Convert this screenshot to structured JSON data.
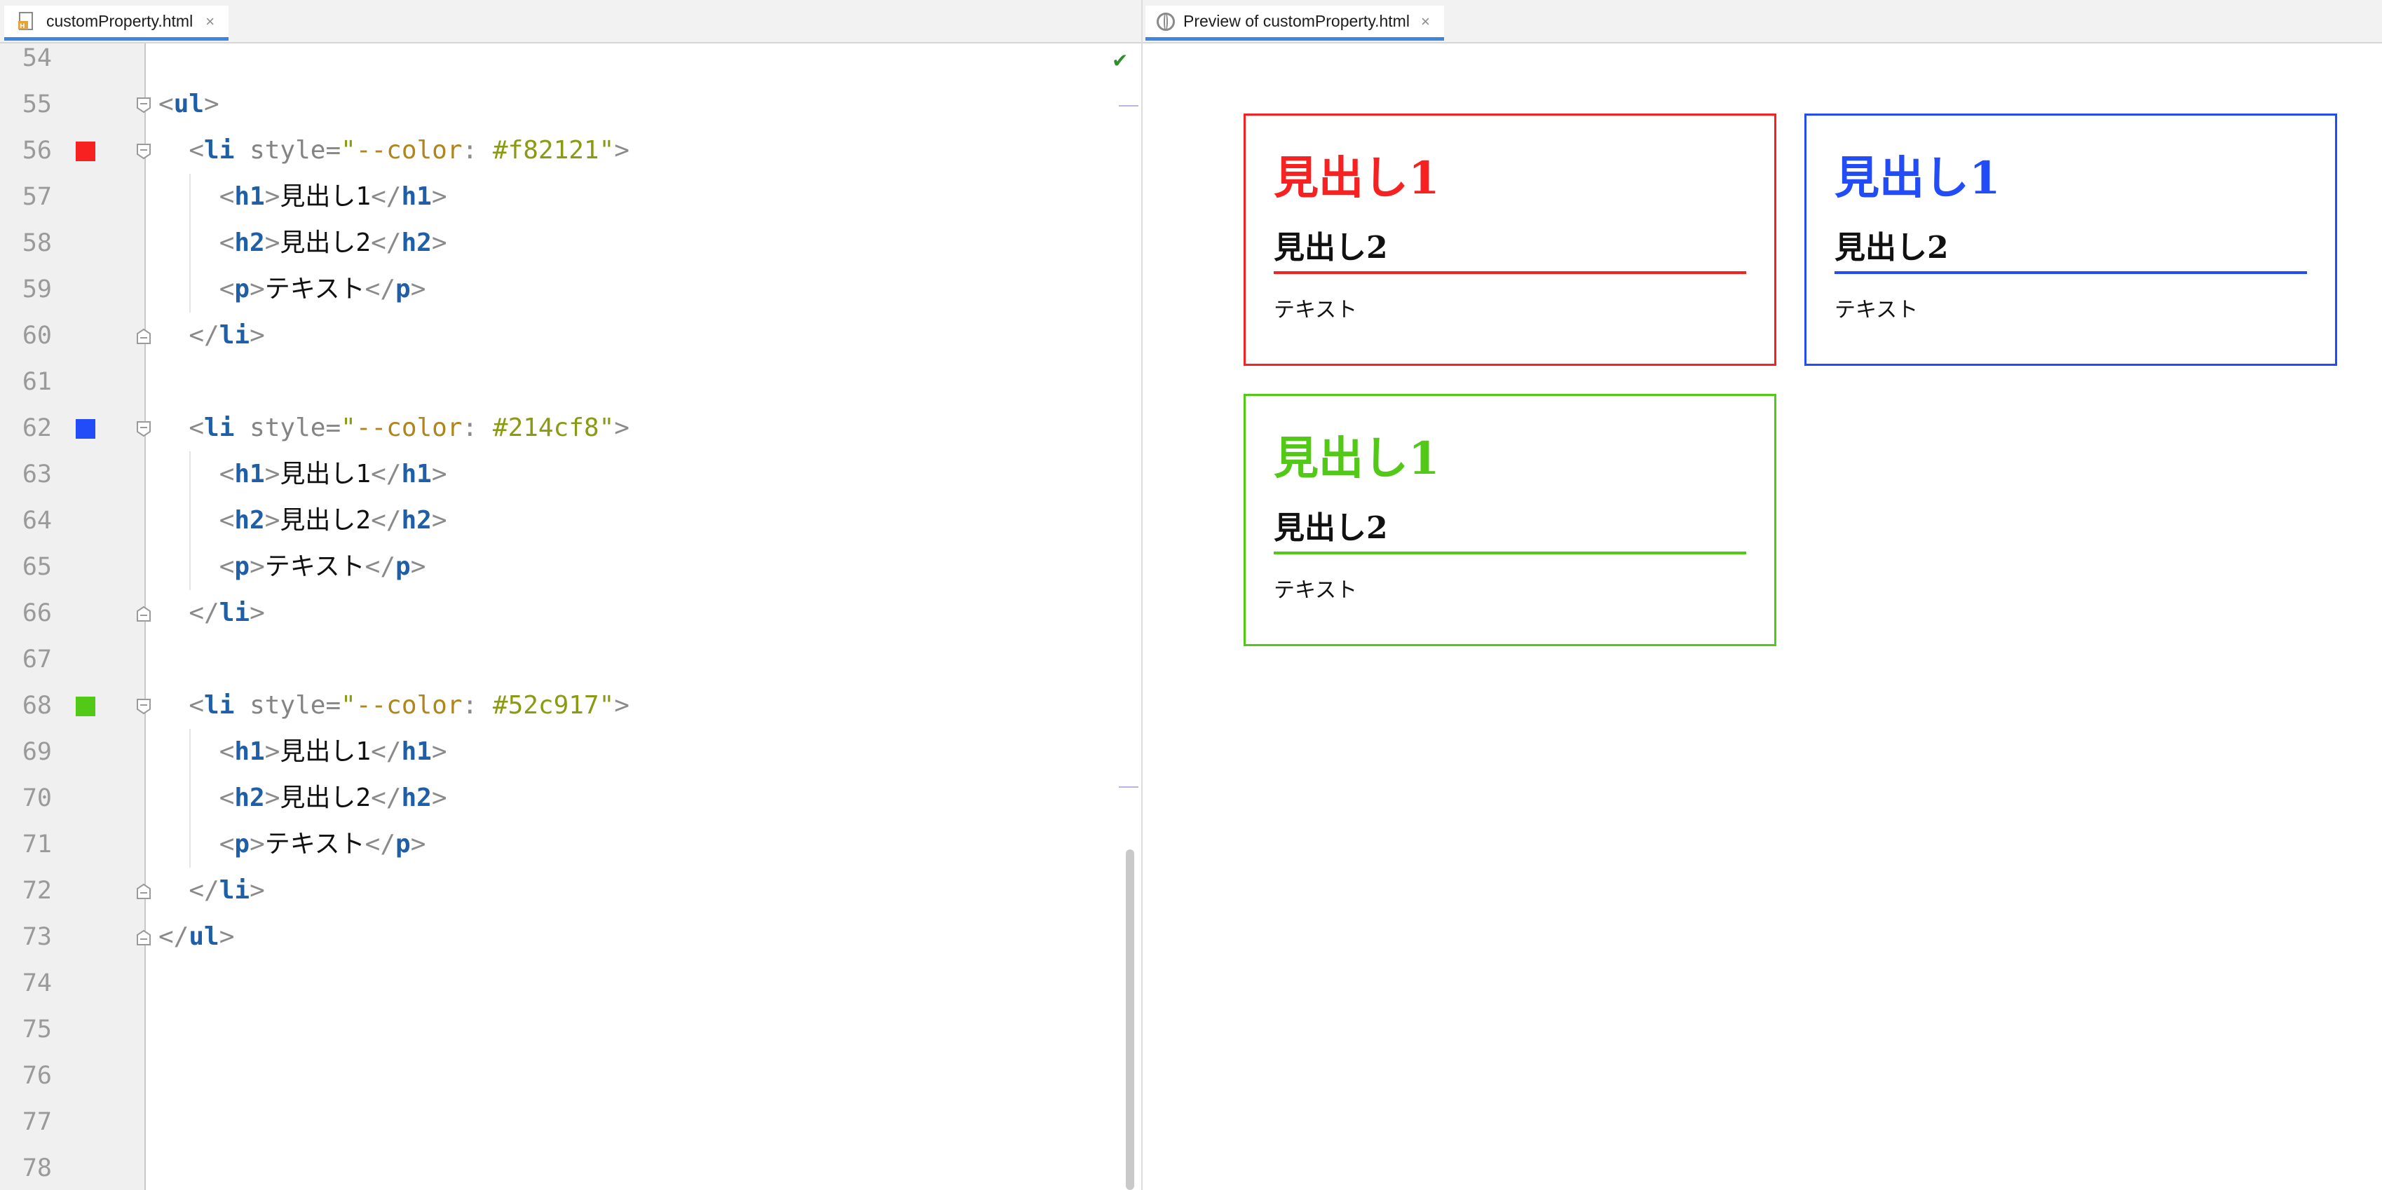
{
  "editor": {
    "tab_title": "customProperty.html",
    "close_glyph": "×",
    "lines": [
      {
        "num": "54",
        "parts": []
      },
      {
        "num": "55",
        "parts": [
          [
            "punct",
            "<"
          ],
          [
            "tag",
            "ul"
          ],
          [
            "punct",
            ">"
          ]
        ]
      },
      {
        "num": "56",
        "parts": [
          [
            "punct",
            "  <"
          ],
          [
            "tag",
            "li"
          ],
          [
            "attr",
            " style"
          ],
          [
            "punct",
            "="
          ],
          [
            "str",
            "\""
          ],
          [
            "sprop",
            "--color"
          ],
          [
            "punct",
            ": "
          ],
          [
            "str",
            "#f82121"
          ],
          [
            "str",
            "\""
          ],
          [
            "punct",
            ">"
          ]
        ],
        "swatch": "#f82121"
      },
      {
        "num": "57",
        "parts": [
          [
            "punct",
            "    <"
          ],
          [
            "tag",
            "h1"
          ],
          [
            "punct",
            ">"
          ],
          [
            "txt",
            "見出し1"
          ],
          [
            "punct",
            "</"
          ],
          [
            "tag",
            "h1"
          ],
          [
            "punct",
            ">"
          ]
        ]
      },
      {
        "num": "58",
        "parts": [
          [
            "punct",
            "    <"
          ],
          [
            "tag",
            "h2"
          ],
          [
            "punct",
            ">"
          ],
          [
            "txt",
            "見出し2"
          ],
          [
            "punct",
            "</"
          ],
          [
            "tag",
            "h2"
          ],
          [
            "punct",
            ">"
          ]
        ]
      },
      {
        "num": "59",
        "parts": [
          [
            "punct",
            "    <"
          ],
          [
            "tag",
            "p"
          ],
          [
            "punct",
            ">"
          ],
          [
            "txt",
            "テキスト"
          ],
          [
            "punct",
            "</"
          ],
          [
            "tag",
            "p"
          ],
          [
            "punct",
            ">"
          ]
        ]
      },
      {
        "num": "60",
        "parts": [
          [
            "punct",
            "  </"
          ],
          [
            "tag",
            "li"
          ],
          [
            "punct",
            ">"
          ]
        ]
      },
      {
        "num": "61",
        "parts": []
      },
      {
        "num": "62",
        "parts": [
          [
            "punct",
            "  <"
          ],
          [
            "tag",
            "li"
          ],
          [
            "attr",
            " style"
          ],
          [
            "punct",
            "="
          ],
          [
            "str",
            "\""
          ],
          [
            "sprop",
            "--color"
          ],
          [
            "punct",
            ": "
          ],
          [
            "str",
            "#214cf8"
          ],
          [
            "str",
            "\""
          ],
          [
            "punct",
            ">"
          ]
        ],
        "swatch": "#214cf8"
      },
      {
        "num": "63",
        "parts": [
          [
            "punct",
            "    <"
          ],
          [
            "tag",
            "h1"
          ],
          [
            "punct",
            ">"
          ],
          [
            "txt",
            "見出し1"
          ],
          [
            "punct",
            "</"
          ],
          [
            "tag",
            "h1"
          ],
          [
            "punct",
            ">"
          ]
        ]
      },
      {
        "num": "64",
        "parts": [
          [
            "punct",
            "    <"
          ],
          [
            "tag",
            "h2"
          ],
          [
            "punct",
            ">"
          ],
          [
            "txt",
            "見出し2"
          ],
          [
            "punct",
            "</"
          ],
          [
            "tag",
            "h2"
          ],
          [
            "punct",
            ">"
          ]
        ]
      },
      {
        "num": "65",
        "parts": [
          [
            "punct",
            "    <"
          ],
          [
            "tag",
            "p"
          ],
          [
            "punct",
            ">"
          ],
          [
            "txt",
            "テキスト"
          ],
          [
            "punct",
            "</"
          ],
          [
            "tag",
            "p"
          ],
          [
            "punct",
            ">"
          ]
        ]
      },
      {
        "num": "66",
        "parts": [
          [
            "punct",
            "  </"
          ],
          [
            "tag",
            "li"
          ],
          [
            "punct",
            ">"
          ]
        ]
      },
      {
        "num": "67",
        "parts": []
      },
      {
        "num": "68",
        "parts": [
          [
            "punct",
            "  <"
          ],
          [
            "tag",
            "li"
          ],
          [
            "attr",
            " style"
          ],
          [
            "punct",
            "="
          ],
          [
            "str",
            "\""
          ],
          [
            "sprop",
            "--color"
          ],
          [
            "punct",
            ": "
          ],
          [
            "str",
            "#52c917"
          ],
          [
            "str",
            "\""
          ],
          [
            "punct",
            ">"
          ]
        ],
        "swatch": "#52c917"
      },
      {
        "num": "69",
        "parts": [
          [
            "punct",
            "    <"
          ],
          [
            "tag",
            "h1"
          ],
          [
            "punct",
            ">"
          ],
          [
            "txt",
            "見出し1"
          ],
          [
            "punct",
            "</"
          ],
          [
            "tag",
            "h1"
          ],
          [
            "punct",
            ">"
          ]
        ]
      },
      {
        "num": "70",
        "parts": [
          [
            "punct",
            "    <"
          ],
          [
            "tag",
            "h2"
          ],
          [
            "punct",
            ">"
          ],
          [
            "txt",
            "見出し2"
          ],
          [
            "punct",
            "</"
          ],
          [
            "tag",
            "h2"
          ],
          [
            "punct",
            ">"
          ]
        ]
      },
      {
        "num": "71",
        "parts": [
          [
            "punct",
            "    <"
          ],
          [
            "tag",
            "p"
          ],
          [
            "punct",
            ">"
          ],
          [
            "txt",
            "テキスト"
          ],
          [
            "punct",
            "</"
          ],
          [
            "tag",
            "p"
          ],
          [
            "punct",
            ">"
          ]
        ]
      },
      {
        "num": "72",
        "parts": [
          [
            "punct",
            "  </"
          ],
          [
            "tag",
            "li"
          ],
          [
            "punct",
            ">"
          ]
        ]
      },
      {
        "num": "73",
        "parts": [
          [
            "punct",
            "</"
          ],
          [
            "tag",
            "ul"
          ],
          [
            "punct",
            ">"
          ]
        ]
      },
      {
        "num": "74",
        "parts": []
      },
      {
        "num": "75",
        "parts": []
      },
      {
        "num": "76",
        "parts": []
      },
      {
        "num": "77",
        "parts": []
      },
      {
        "num": "78",
        "parts": []
      }
    ],
    "status_icon": "check-icon",
    "check_glyph": "✔"
  },
  "preview": {
    "tab_title": "Preview of customProperty.html",
    "close_glyph": "×",
    "cards": [
      {
        "color": "#f82121",
        "h1": "見出し1",
        "h2": "見出し2",
        "p": "テキスト"
      },
      {
        "color": "#214cf8",
        "h1": "見出し1",
        "h2": "見出し2",
        "p": "テキスト"
      },
      {
        "color": "#52c917",
        "h1": "見出し1",
        "h2": "見出し2",
        "p": "テキスト"
      }
    ]
  }
}
